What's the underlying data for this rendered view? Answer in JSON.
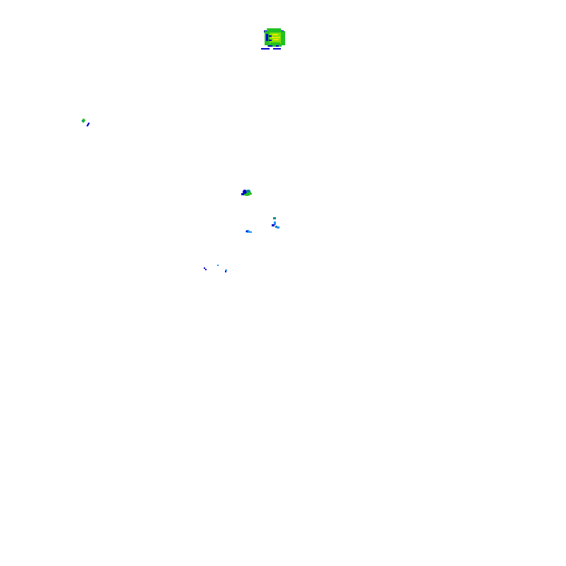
{
  "map": {
    "background": "#ffffff",
    "colors": {
      "light_blue": "#1e90ff",
      "dark_blue": "#0000cd",
      "teal": "#008b8b",
      "green": "#22c022",
      "light_green": "#7fe000",
      "yellow": "#e6e600"
    },
    "echo_cells": [
      {
        "id": "cell-north-large",
        "intensity": "yellow"
      },
      {
        "id": "cell-northwest-small",
        "intensity": "green"
      },
      {
        "id": "cell-center",
        "intensity": "green"
      },
      {
        "id": "cell-center-east",
        "intensity": "light_blue"
      },
      {
        "id": "cell-center-small",
        "intensity": "light_blue"
      },
      {
        "id": "cell-southwest-specks",
        "intensity": "light_blue"
      }
    ]
  }
}
